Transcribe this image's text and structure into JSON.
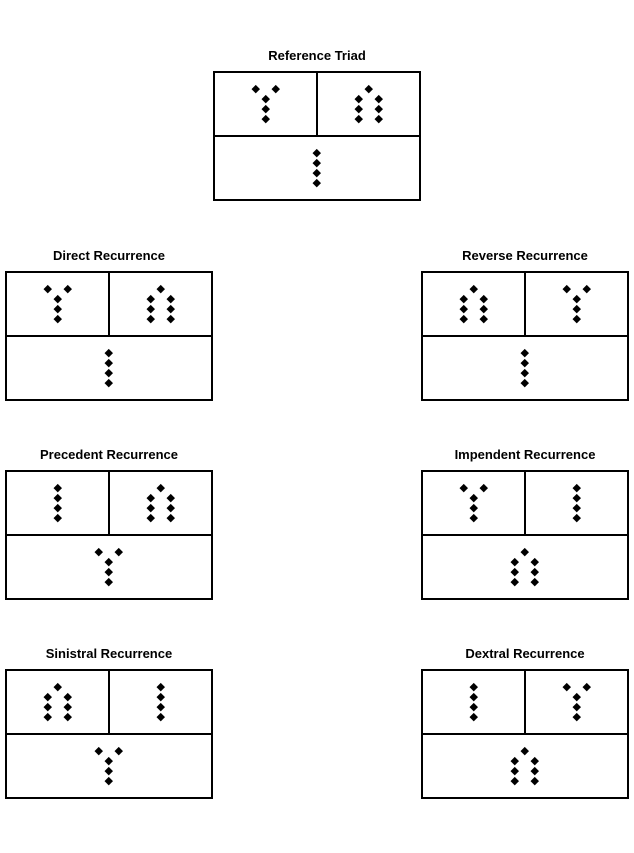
{
  "colors": {
    "background": "#ffffff",
    "line": "#000000",
    "diamond": "#000000",
    "text": "#000000"
  },
  "patterns": {
    "converging": [
      [
        -1,
        0
      ],
      [
        1,
        0
      ],
      [
        0,
        1
      ],
      [
        0,
        2
      ],
      [
        0,
        3
      ]
    ],
    "diverging": [
      [
        0,
        0
      ],
      [
        -1,
        1
      ],
      [
        1,
        1
      ],
      [
        -1,
        2
      ],
      [
        1,
        2
      ],
      [
        -1,
        3
      ],
      [
        1,
        3
      ]
    ],
    "column": [
      [
        0,
        0
      ],
      [
        0,
        1
      ],
      [
        0,
        2
      ],
      [
        0,
        3
      ]
    ]
  },
  "diagrams": [
    {
      "id": "reference-triad",
      "title": "Reference Triad",
      "cells": {
        "top_left": "converging",
        "top_right": "diverging",
        "bottom": "column"
      }
    },
    {
      "id": "direct-recurrence",
      "title": "Direct Recurrence",
      "cells": {
        "top_left": "converging",
        "top_right": "diverging",
        "bottom": "column"
      }
    },
    {
      "id": "reverse-recurrence",
      "title": "Reverse Recurrence",
      "cells": {
        "top_left": "diverging",
        "top_right": "converging",
        "bottom": "column"
      }
    },
    {
      "id": "precedent-recurrence",
      "title": "Precedent Recurrence",
      "cells": {
        "top_left": "column",
        "top_right": "diverging",
        "bottom": "converging"
      }
    },
    {
      "id": "impendent-recurrence",
      "title": "Impendent Recurrence",
      "cells": {
        "top_left": "converging",
        "top_right": "column",
        "bottom": "diverging"
      }
    },
    {
      "id": "sinistral-recurrence",
      "title": "Sinistral Recurrence",
      "cells": {
        "top_left": "diverging",
        "top_right": "column",
        "bottom": "converging"
      }
    },
    {
      "id": "dextral-recurrence",
      "title": "Dextral Recurrence",
      "cells": {
        "top_left": "column",
        "top_right": "converging",
        "bottom": "diverging"
      }
    }
  ]
}
